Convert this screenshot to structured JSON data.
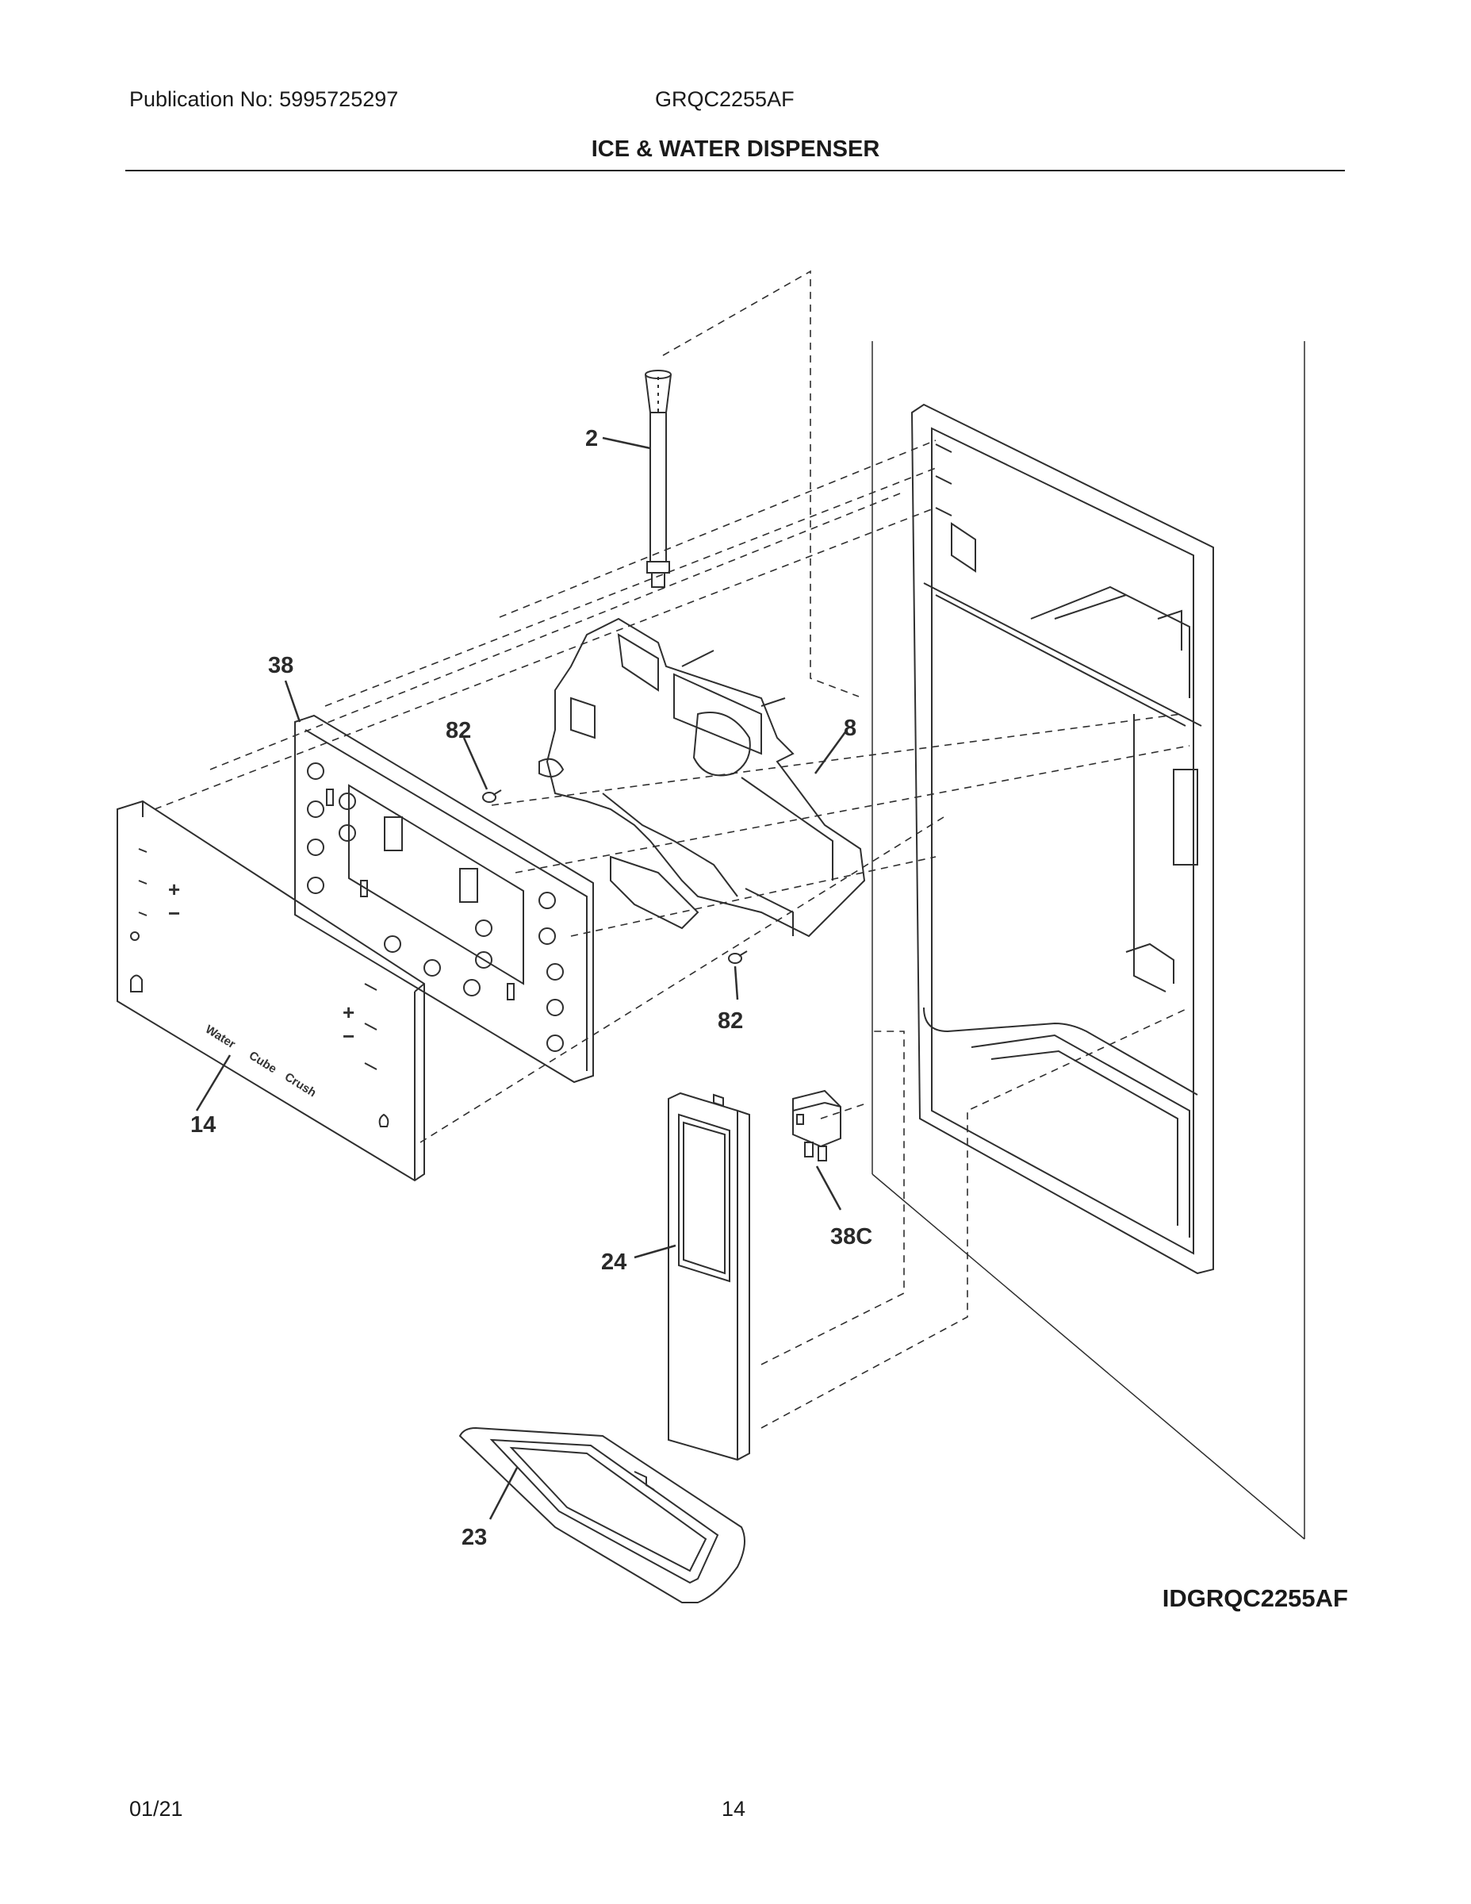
{
  "header": {
    "publication": "Publication No: 5995725297",
    "model": "GRQC2255AF",
    "section_title": "ICE & WATER DISPENSER"
  },
  "callouts": {
    "c2": "2",
    "c38": "38",
    "c82a": "82",
    "c8": "8",
    "c82b": "82",
    "c14": "14",
    "c24": "24",
    "c38c": "38C",
    "c23": "23"
  },
  "panel_text": {
    "water": "Water",
    "cube": "Cube",
    "crush": "Crush",
    "plus_left": "+",
    "minus_left": "−",
    "plus_right": "+",
    "minus_right": "−"
  },
  "diagram_id": "IDGRQC2255AF",
  "footer": {
    "date": "01/21",
    "page": "14"
  }
}
